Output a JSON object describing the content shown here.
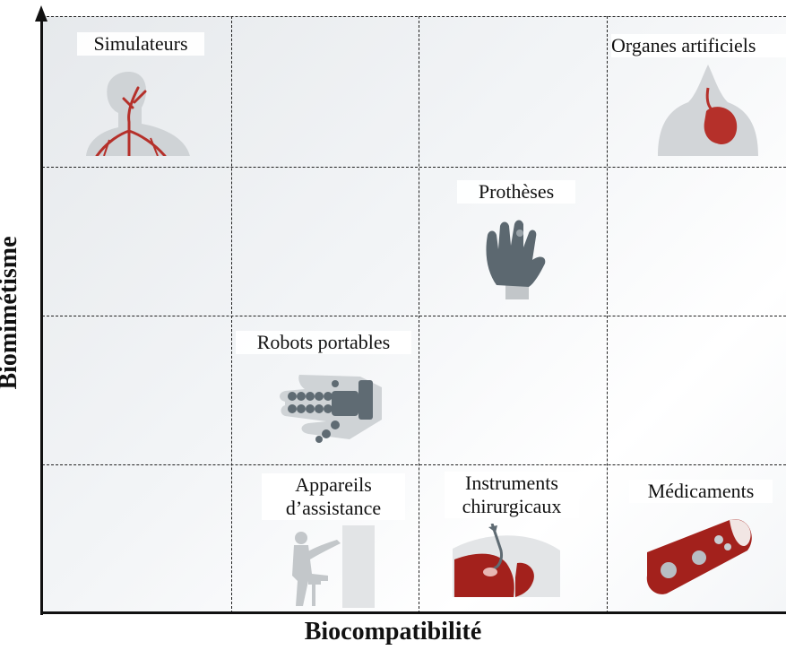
{
  "axes": {
    "x_title": "Biocompatibilité",
    "y_title": "Biomimétisme"
  },
  "cells": {
    "simulators": "Simulateurs",
    "artificial_organs": "Organes artificiels",
    "prostheses": "Prothèses",
    "wearable_robots": "Robots portables",
    "assistive_devices_line1": "Appareils",
    "assistive_devices_line2": "d’assistance",
    "surgical_instruments_line1": "Instruments",
    "surgical_instruments_line2": "chirurgicaux",
    "drugs": "Médicaments"
  },
  "colors": {
    "grid_line": "#222222",
    "axis": "#111111",
    "organ_red": "#b5302a",
    "tissue_red": "#a3211c",
    "device_gray": "#5f6b73",
    "body_gray": "#c9cdd0"
  }
}
